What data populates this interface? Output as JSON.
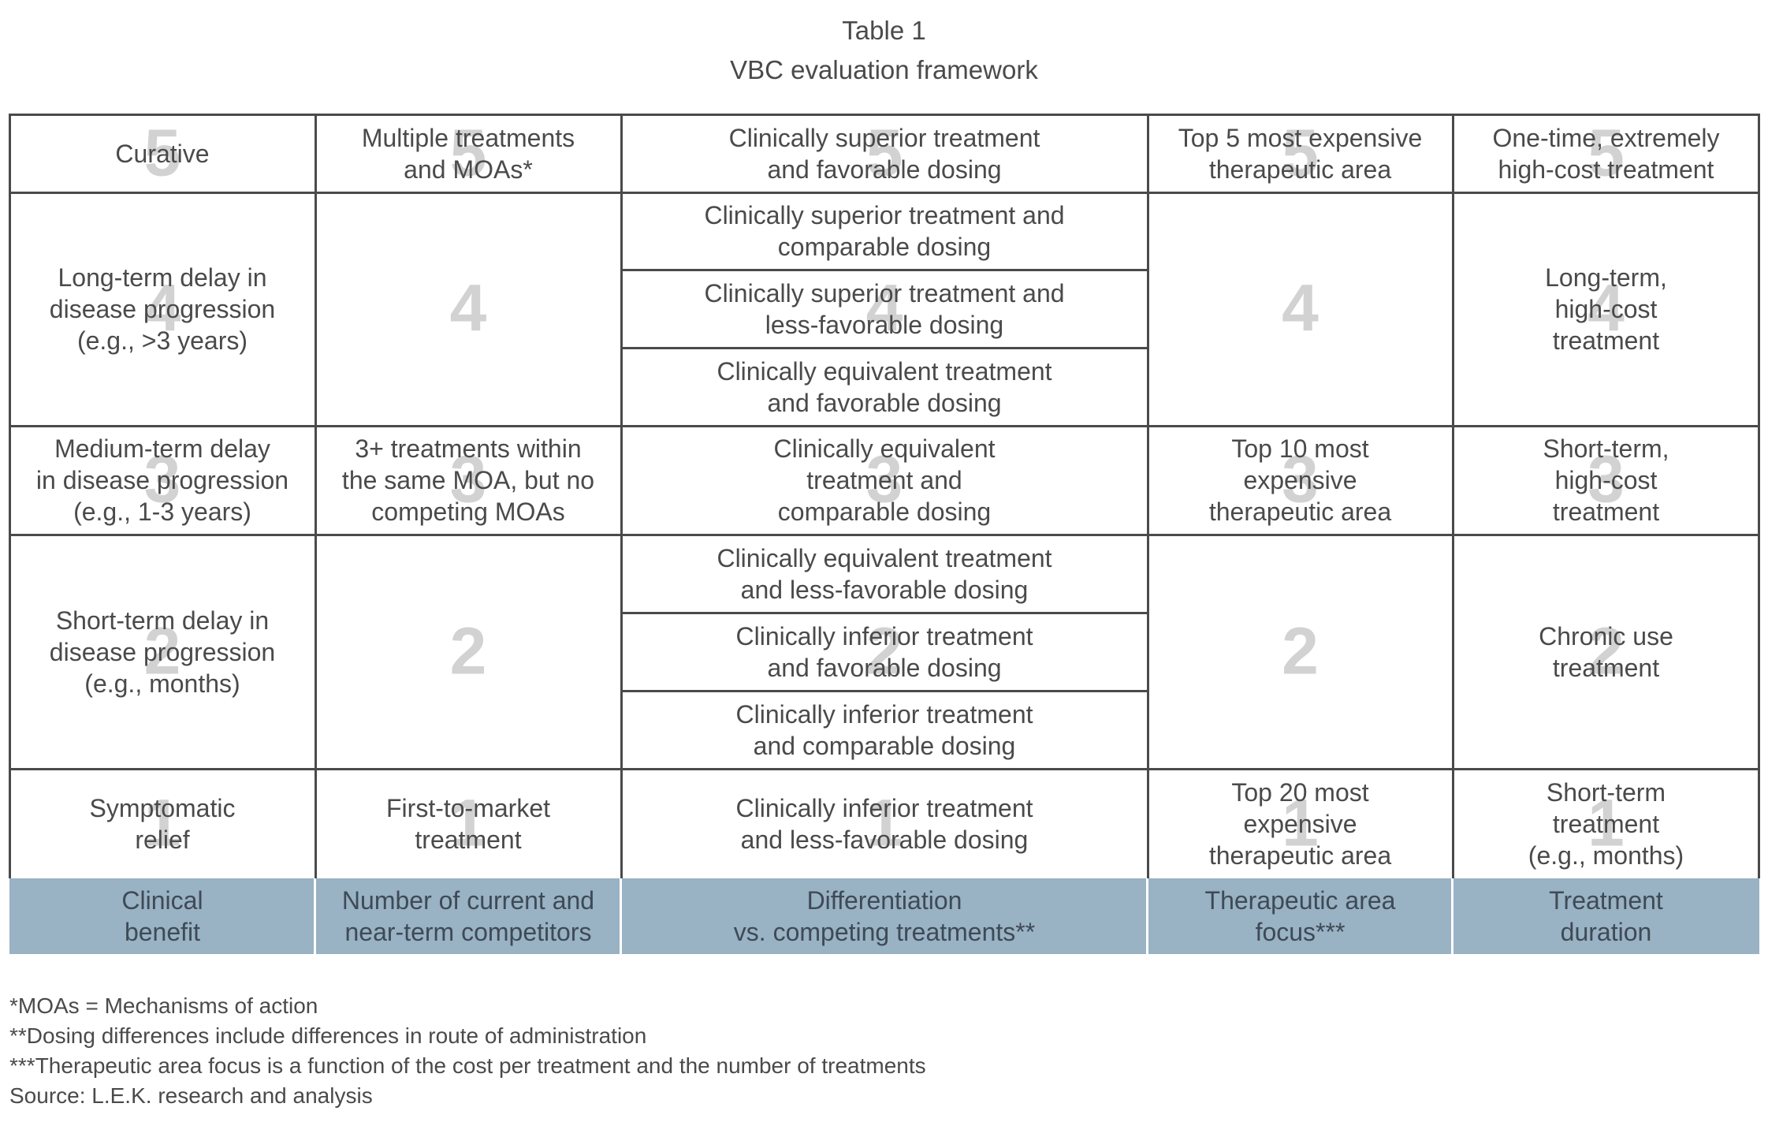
{
  "table": {
    "label": "Table 1",
    "title": "VBC evaluation framework",
    "levels": {
      "l5": "5",
      "l4": "4",
      "l3": "3",
      "l2": "2",
      "l1": "1"
    },
    "clinical": {
      "l5": "Curative",
      "l4": "Long-term delay in\ndisease progression\n(e.g., >3 years)",
      "l3": "Medium-term delay\nin disease progression\n(e.g., 1-3 years)",
      "l2": "Short-term delay in\ndisease progression\n(e.g., months)",
      "l1": "Symptomatic\nrelief"
    },
    "competitors": {
      "l5": "Multiple treatments\nand MOAs*",
      "l3": "3+ treatments within\nthe same MOA, but no\ncompeting MOAs",
      "l1": "First-to-market\ntreatment"
    },
    "differentiation": {
      "l5": "Clinically superior treatment\nand favorable dosing",
      "l4a": "Clinically superior treatment and\ncomparable dosing",
      "l4b": "Clinically superior treatment and\nless-favorable dosing",
      "l4c": "Clinically equivalent treatment\nand favorable dosing",
      "l3": "Clinically equivalent\ntreatment and\ncomparable dosing",
      "l2a": "Clinically equivalent treatment\nand less-favorable dosing",
      "l2b": "Clinically inferior treatment\nand favorable dosing",
      "l2c": "Clinically inferior treatment\nand comparable dosing",
      "l1": "Clinically inferior treatment\nand less-favorable dosing"
    },
    "therapeutic": {
      "l5": "Top 5 most expensive\ntherapeutic area",
      "l3": "Top 10 most\nexpensive\ntherapeutic area",
      "l1": "Top 20 most\nexpensive\ntherapeutic area"
    },
    "duration": {
      "l5": "One-time, extremely\nhigh-cost treatment",
      "l4": "Long-term,\nhigh-cost\ntreatment",
      "l3": "Short-term,\nhigh-cost\ntreatment",
      "l2": "Chronic use\ntreatment",
      "l1": "Short-term\ntreatment\n(e.g., months)"
    },
    "headers": {
      "clinical": "Clinical\nbenefit",
      "competitors": "Number of current and\nnear-term competitors",
      "differentiation": "Differentiation\nvs. competing treatments**",
      "therapeutic": "Therapeutic area\nfocus***",
      "duration": "Treatment\nduration"
    },
    "header_color": "#99b2c4"
  },
  "notes": {
    "moa": "*MOAs = Mechanisms of action",
    "dosing": "**Dosing differences include differences in route of administration",
    "therapeutic": "***Therapeutic area focus is a function of the cost per treatment and the number of treatments",
    "source": "Source: L.E.K. research and analysis"
  }
}
